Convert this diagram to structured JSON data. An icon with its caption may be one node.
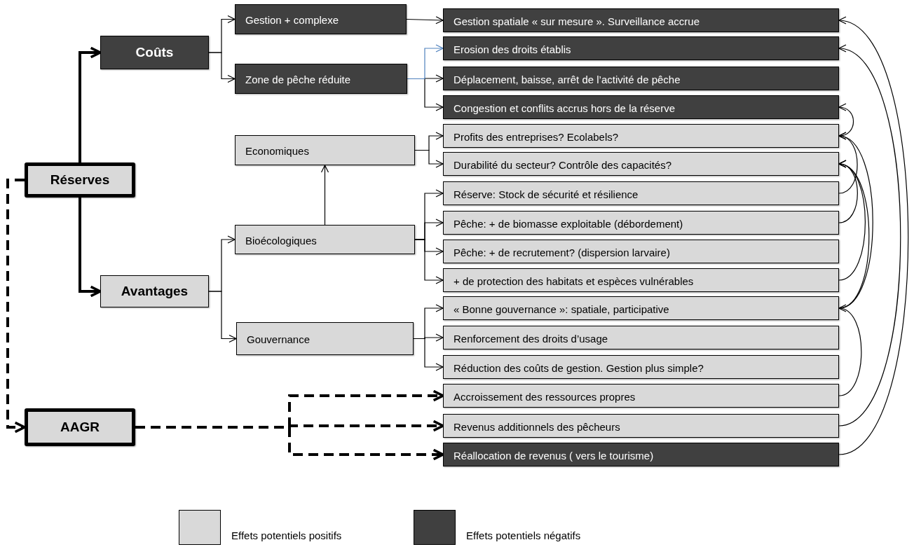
{
  "diagram": {
    "nodes": [
      {
        "text": [
          "Réserves"
        ]
      },
      {
        "text": [
          "Coûts"
        ]
      },
      {
        "text": [
          "Avantages"
        ]
      },
      {
        "text": [
          "AAGR"
        ]
      },
      {
        "text": [
          "Gestion + complexe"
        ]
      },
      {
        "text": [
          "Zone de pêche réduite"
        ]
      },
      {
        "text": [
          "Economiques"
        ]
      },
      {
        "text": [
          "Bioécologiques"
        ]
      },
      {
        "text": [
          "Gouvernance"
        ]
      },
      {
        "text": [
          "Gestion spatiale « sur mesure ». Surveillance accrue"
        ]
      },
      {
        "text": [
          "Erosion des droits établis"
        ]
      },
      {
        "text": [
          "Déplacement, baisse, arrêt de l’activité de pêche"
        ]
      },
      {
        "text": [
          "Congestion et conflits accrus hors de la réserve"
        ]
      },
      {
        "text": [
          "Profits des entreprises? Ecolabels?"
        ]
      },
      {
        "text": [
          "Durabilité du secteur? Contrôle des capacités?"
        ]
      },
      {
        "text": [
          "Réserve: Stock de sécurité et résilience"
        ]
      },
      {
        "text": [
          "Pêche: + de biomasse exploitable (débordement)"
        ]
      },
      {
        "text": [
          "Pêche: + de recrutement? (dispersion larvaire)"
        ]
      },
      {
        "text": [
          "+ de protection des habitats et espèces vulnérables"
        ]
      },
      {
        "text": [
          "« Bonne gouvernance »: spatiale, participative"
        ]
      },
      {
        "text": [
          "Renforcement des droits d’usage"
        ]
      },
      {
        "text": [
          "Réduction des coûts de gestion. Gestion plus simple?"
        ]
      },
      {
        "text": [
          "Accroissement des ressources propres"
        ]
      },
      {
        "text": [
          "Revenus additionnels des pêcheurs"
        ]
      },
      {
        "text": [
          "Réallocation de revenus ( vers le tourisme)"
        ]
      }
    ],
    "edges": [
      {
        "from": 0,
        "to": 1,
        "arrow": "to",
        "style": "thick"
      },
      {
        "from": 0,
        "to": 2,
        "arrow": "to",
        "style": "thick"
      },
      {
        "from": 0,
        "to": 3,
        "arrow": "to",
        "style": "dashed"
      },
      {
        "from": 1,
        "to": 4,
        "arrow": "to"
      },
      {
        "from": 1,
        "to": 5,
        "arrow": "to"
      },
      {
        "from": 4,
        "to": 9,
        "arrow": "to"
      },
      {
        "from": 5,
        "to": 10,
        "arrow": "to",
        "color": "#4f81bd"
      },
      {
        "from": 5,
        "to": 11,
        "arrow": "to"
      },
      {
        "from": 5,
        "to": 12,
        "arrow": "to"
      },
      {
        "from": 2,
        "to": 7,
        "arrow": "to"
      },
      {
        "from": 2,
        "to": 8,
        "arrow": "to"
      },
      {
        "from": 7,
        "to": 6,
        "arrow": "to"
      },
      {
        "from": 6,
        "to": 13,
        "arrow": "to"
      },
      {
        "from": 6,
        "to": 14,
        "arrow": "to"
      },
      {
        "from": 7,
        "to": 15,
        "arrow": "to"
      },
      {
        "from": 7,
        "to": 16,
        "arrow": "to"
      },
      {
        "from": 7,
        "to": 17,
        "arrow": "to"
      },
      {
        "from": 7,
        "to": 18,
        "arrow": "to"
      },
      {
        "from": 8,
        "to": 19,
        "arrow": "to"
      },
      {
        "from": 8,
        "to": 20,
        "arrow": "to"
      },
      {
        "from": 8,
        "to": 21,
        "arrow": "to"
      },
      {
        "from": 3,
        "to": 22,
        "arrow": "to",
        "style": "dashed"
      },
      {
        "from": 3,
        "to": 23,
        "arrow": "to",
        "style": "dashed"
      },
      {
        "from": 3,
        "to": 24,
        "arrow": "to",
        "style": "dashed"
      },
      {
        "from": 13,
        "to": 12,
        "arrow": "to"
      },
      {
        "from": 15,
        "to": 13,
        "arrow": "to"
      },
      {
        "from": 16,
        "to": 14,
        "arrow": "to"
      },
      {
        "from": 18,
        "to": 14,
        "arrow": "to"
      },
      {
        "from": 19,
        "to": 13,
        "arrow": "to"
      },
      {
        "from": 19,
        "to": 14,
        "arrow": "to"
      },
      {
        "from": 22,
        "to": 19,
        "arrow": "to"
      },
      {
        "from": 23,
        "to": 10,
        "arrow": "to"
      },
      {
        "from": 24,
        "to": 9,
        "arrow": "to"
      }
    ],
    "legend": [
      {
        "text": "Effets potentiels positifs",
        "color": "#d9d9d9"
      },
      {
        "text": "Effets potentiels négatifs",
        "color": "#404040"
      }
    ]
  }
}
